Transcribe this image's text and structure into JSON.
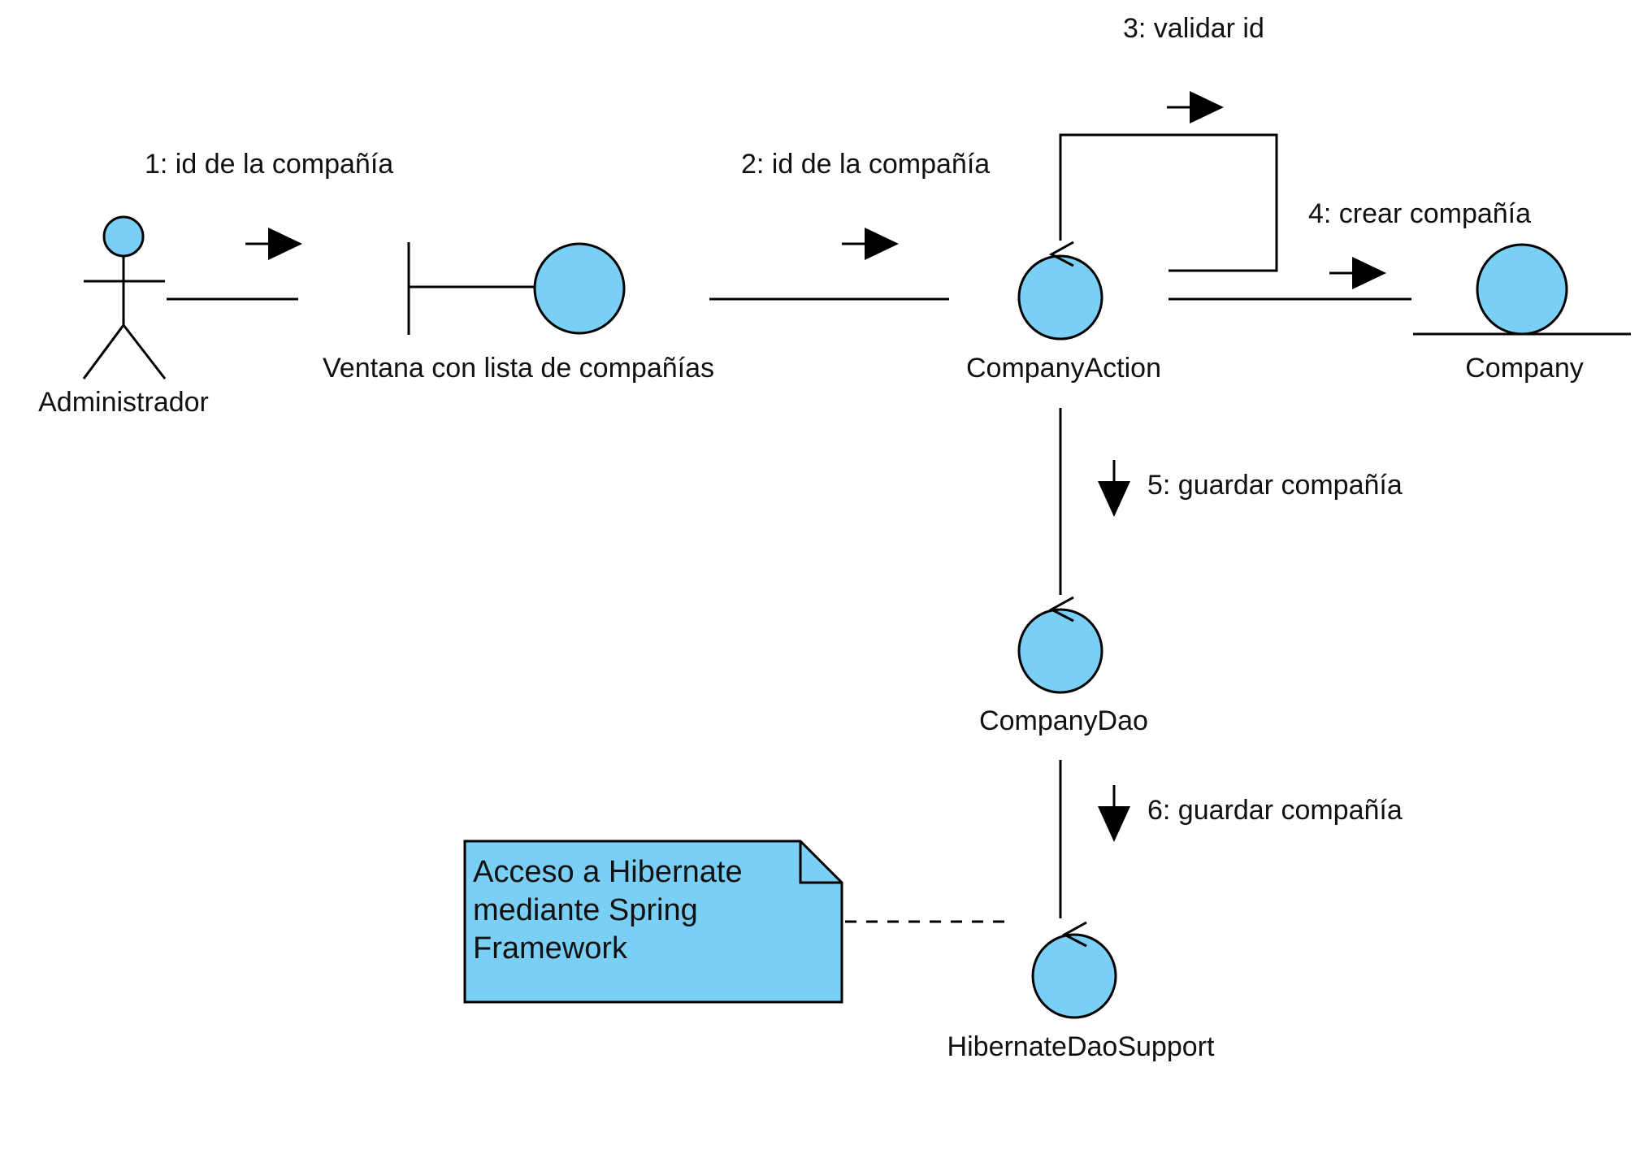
{
  "colors": {
    "object_fill": "#7acff4",
    "stroke": "#000000",
    "background": "#ffffff"
  },
  "elements": {
    "actor": {
      "name": "Administrador",
      "kind": "actor-icon"
    },
    "boundary": {
      "name": "Ventana con lista de compañías",
      "kind": "boundary-icon"
    },
    "company_action": {
      "name": "CompanyAction",
      "kind": "control-icon"
    },
    "company": {
      "name": "Company",
      "kind": "entity-icon"
    },
    "company_dao": {
      "name": "CompanyDao",
      "kind": "control-icon"
    },
    "hibernate_dao_support": {
      "name": "HibernateDaoSupport",
      "kind": "control-icon"
    }
  },
  "messages": [
    {
      "label": "1: id de la compañía",
      "from": "Administrador",
      "to": "Ventana con lista de compañías"
    },
    {
      "label": "2: id de la compañía",
      "from": "Ventana con lista de compañías",
      "to": "CompanyAction"
    },
    {
      "label": "3: validar id",
      "from": "CompanyAction",
      "to": "CompanyAction"
    },
    {
      "label": "4: crear compañía",
      "from": "CompanyAction",
      "to": "Company"
    },
    {
      "label": "5: guardar compañía",
      "from": "CompanyAction",
      "to": "CompanyDao"
    },
    {
      "label": "6: guardar compañía",
      "from": "CompanyDao",
      "to": "HibernateDaoSupport"
    }
  ],
  "note": {
    "lines": [
      "Acceso a Hibernate",
      "mediante Spring",
      "Framework"
    ],
    "attached_to": "HibernateDaoSupport"
  }
}
